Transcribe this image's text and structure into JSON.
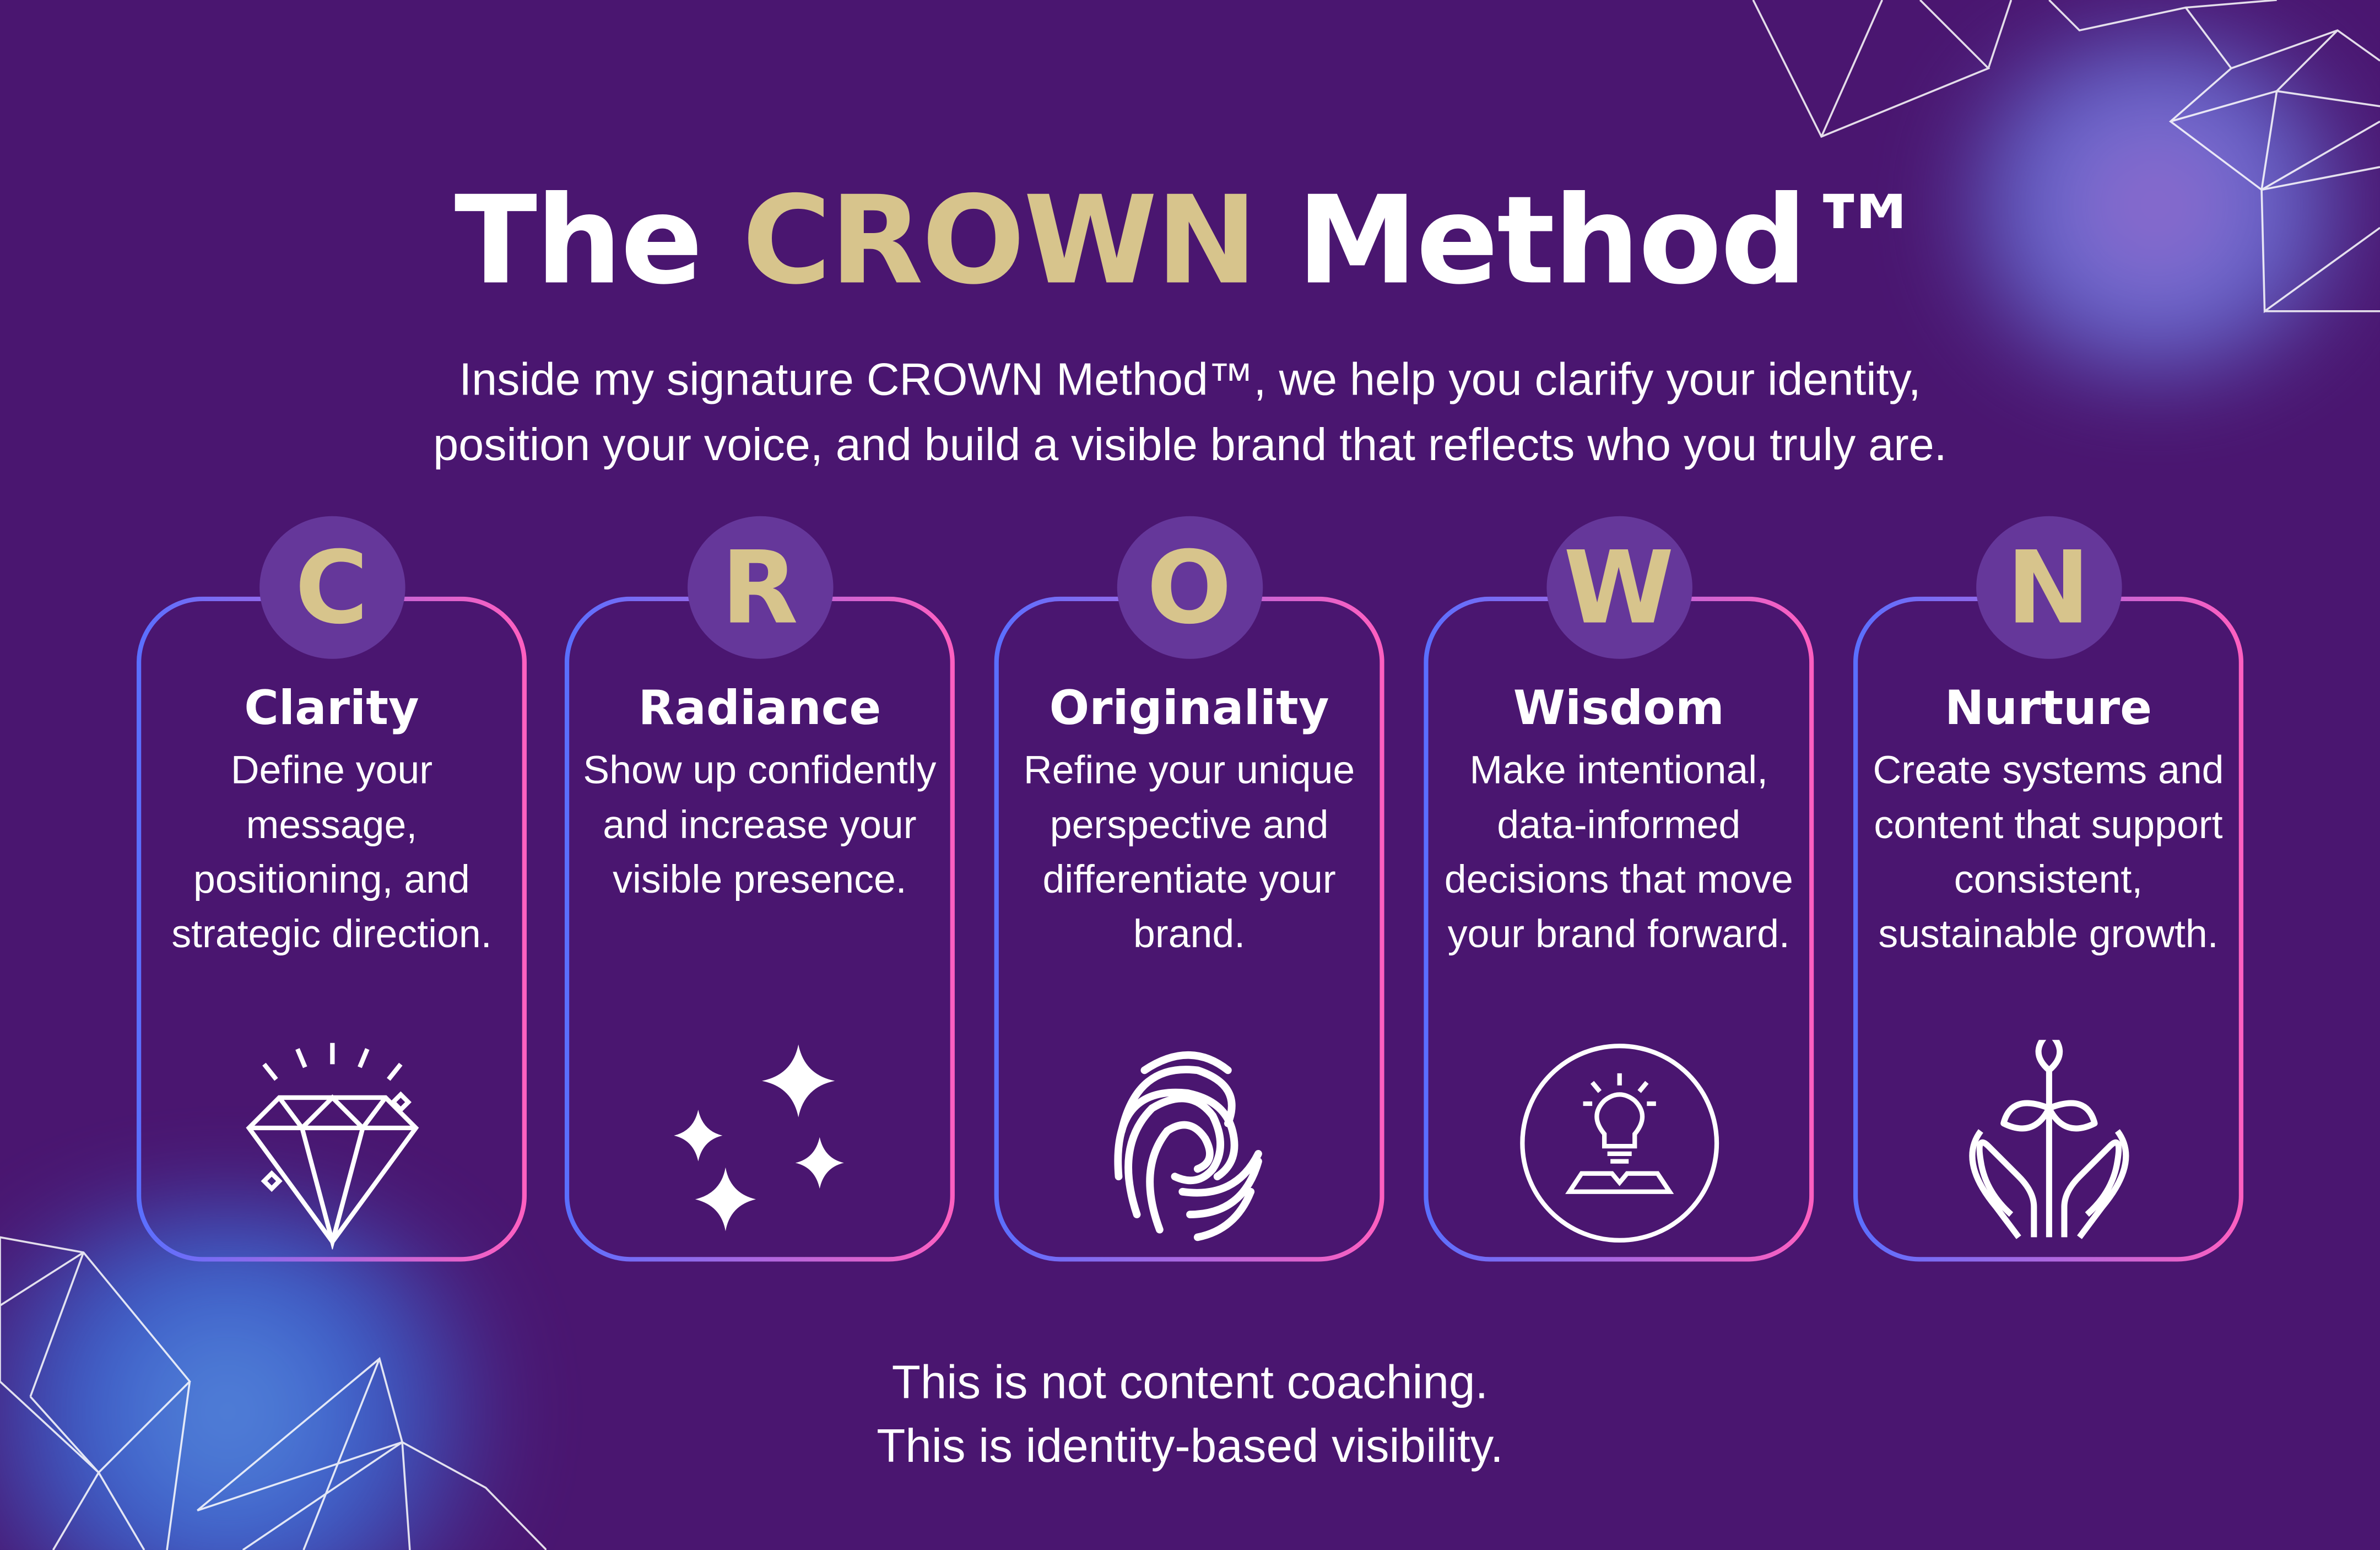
{
  "header": {
    "title_prefix": "The",
    "title_highlight": "CROWN",
    "title_suffix": "Method™",
    "subtitle_line1": "Inside my signature CROWN Method™, we help you clarify your identity,",
    "subtitle_line2": "position your voice, and build a visible brand that reflects who you truly are."
  },
  "cards": [
    {
      "letter": "C",
      "title": "Clarity",
      "description": "Define your message, positioning, and strategic direction.",
      "icon": "diamond-icon"
    },
    {
      "letter": "R",
      "title": "Radiance",
      "description": "Show up confidently and increase your visible presence.",
      "icon": "sparkles-icon"
    },
    {
      "letter": "O",
      "title": "Originality",
      "description": "Refine your unique perspective and differentiate your brand.",
      "icon": "fingerprint-icon"
    },
    {
      "letter": "W",
      "title": "Wisdom",
      "description": "Make intentional, data-informed decisions that move your brand forward.",
      "icon": "lightbulb-book-icon"
    },
    {
      "letter": "N",
      "title": "Nurture",
      "description": "Create systems and content that support consistent, sustainable growth.",
      "icon": "plant-hands-icon"
    }
  ],
  "footer": {
    "line1": "This is not content coaching.",
    "line2": "This is identity-based visibility."
  },
  "colors": {
    "background": "#4a1670",
    "gold": "#d7c48c",
    "badge": "#65379a",
    "border_start": "#5a6fff",
    "border_end": "#ff5fc0"
  }
}
